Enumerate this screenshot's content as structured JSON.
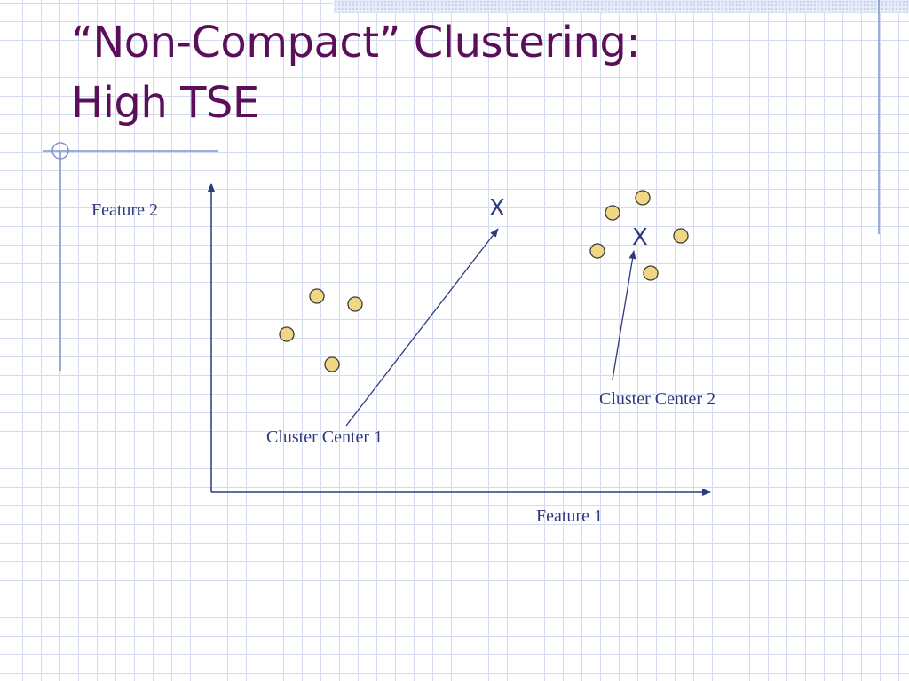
{
  "slide": {
    "title_line1": "“Non-Compact” Clustering:",
    "title_line2": "High TSE"
  },
  "diagram": {
    "y_axis_label": "Feature 2",
    "x_axis_label": "Feature 1",
    "center1_label": "Cluster Center 1",
    "center2_label": "Cluster Center 2",
    "center_marker": "X",
    "colors": {
      "title": "#5b0f5b",
      "axis": "#2e3a80",
      "point_fill": "#f1d683",
      "point_stroke": "#3a3a3a",
      "grid": "#d6dcef"
    }
  }
}
